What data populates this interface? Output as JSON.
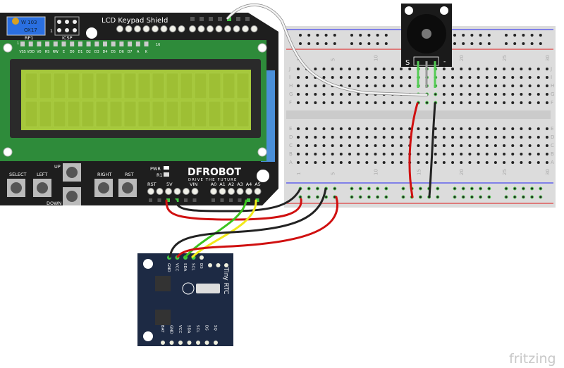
{
  "shield": {
    "title": "LCD Keypad Shield",
    "pot_label": "RP1",
    "pot_text": [
      "W 103",
      "OX17"
    ],
    "icsp_label": "ICSP",
    "icsp_pin1": "1",
    "lcd_pin_first": "1",
    "lcd_pin_last": "16",
    "lcd_pins": [
      "VSS",
      "VDD",
      "V0",
      "RS",
      "RW",
      "E",
      "D0",
      "D1",
      "D2",
      "D3",
      "D4",
      "D5",
      "D6",
      "D7",
      "A",
      "K"
    ],
    "buttons": {
      "select": "SELECT",
      "left": "LEFT",
      "up": "UP",
      "down": "DOWN",
      "right": "RIGHT",
      "rst": "RST"
    },
    "pwr_label": "PWR",
    "r1_label": "R1",
    "brand": "DFROBOT",
    "brand_tagline": "DRIVE THE FUTURE",
    "power_labels": {
      "rst": "RST",
      "v5": "5V",
      "vin": "VIN"
    },
    "analog_labels": [
      "A0",
      "A1",
      "A2",
      "A3",
      "A4",
      "A5"
    ]
  },
  "breadboard": {
    "column_numbers": [
      "1",
      "5",
      "10",
      "15",
      "20",
      "25",
      "30"
    ],
    "rows_top": [
      "J",
      "I",
      "H",
      "G",
      "F"
    ],
    "rows_bottom": [
      "E",
      "D",
      "C",
      "B",
      "A"
    ]
  },
  "buzzer": {
    "pin_s": "S",
    "pin_minus": "-"
  },
  "rtc": {
    "title": "Tiny RTC",
    "top_pins": [
      "GND",
      "VCC",
      "SDA",
      "SCL",
      "DS"
    ],
    "bottom_pins": [
      "BAT",
      "GND",
      "VCC",
      "SDA",
      "SCL",
      "DS",
      "SQ"
    ]
  },
  "watermark": "fritzing",
  "colors": {
    "board_black": "#1e1e1e",
    "pcb_green": "#2e8b3a",
    "lcd_screen": "#a6c83c",
    "rtc_blue": "#1d2a44",
    "wire_red": "#d01010",
    "wire_black": "#222222",
    "wire_green": "#3cc21e",
    "wire_yellow": "#f2e81a",
    "wire_white": "#f4f4f4"
  }
}
